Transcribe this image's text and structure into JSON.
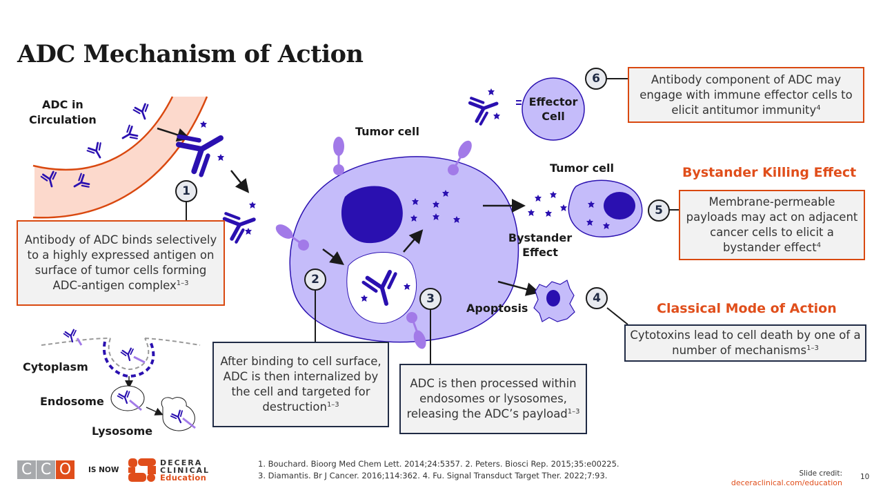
{
  "slide": {
    "title": "ADC Mechanism of Action",
    "page_number": "10"
  },
  "labels": {
    "adc_circulation": "ADC in\nCirculation",
    "tumor_cell_main": "Tumor cell",
    "tumor_cell_bystander": "Tumor cell",
    "effector_cell": "Effector\nCell",
    "bystander_effect": "Bystander\nEffect",
    "apoptosis": "Apoptosis",
    "cytoplasm": "Cytoplasm",
    "endosome": "Endosome",
    "lysosome": "Lysosome"
  },
  "headings": {
    "bystander_killing": "Bystander Killing Effect",
    "classical_mode": "Classical Mode of Action"
  },
  "steps": [
    {
      "number": "1",
      "text": "Antibody of ADC binds selectively to a highly expressed antigen on surface of tumor cells forming ADC-antigen complex",
      "ref": "1–3"
    },
    {
      "number": "2",
      "text": "After binding to cell surface, ADC is then internalized by the cell and targeted for destruction",
      "ref": "1–3"
    },
    {
      "number": "3",
      "text": "ADC is then processed within endosomes or lysosomes, releasing the ADC’s payload",
      "ref": "1–3"
    },
    {
      "number": "4",
      "text": "Cytotoxins lead to cell death by one of a number of mechanisms",
      "ref": "1–3"
    },
    {
      "number": "5",
      "text": "Membrane-permeable payloads may act on adjacent cancer cells to elicit a bystander effect",
      "ref": "4"
    },
    {
      "number": "6",
      "text": "Antibody component of ADC may engage with immune effector cells to elicit antitumor immunity",
      "ref": "4"
    }
  ],
  "footer": {
    "cco_letters": [
      "C",
      "C",
      "O"
    ],
    "is_now": "IS NOW",
    "brand_line1": "DECERA",
    "brand_line2": "CLINICAL",
    "brand_line3": "Education",
    "references_line1": "1. Bouchard. Bioorg Med Chem Lett. 2014;24:5357. 2. Peters. Biosci Rep. 2015;35:e00225.",
    "references_line2": "3. Diamantis. Br J Cancer. 2016;114:362. 4. Fu. Signal Transduct Target Ther. 2022;7:93.",
    "slide_credit_label": "Slide credit:",
    "slide_credit_url": "deceraclinical.com/education"
  },
  "colors": {
    "accent_orange": "#e04e1b",
    "antibody_blue": "#2a10b0",
    "cell_lavender": "#c5bcfa",
    "antigen_purple": "#a27ae8",
    "navy_border": "#1f2a44",
    "vessel_fill": "#fcd9cc"
  }
}
